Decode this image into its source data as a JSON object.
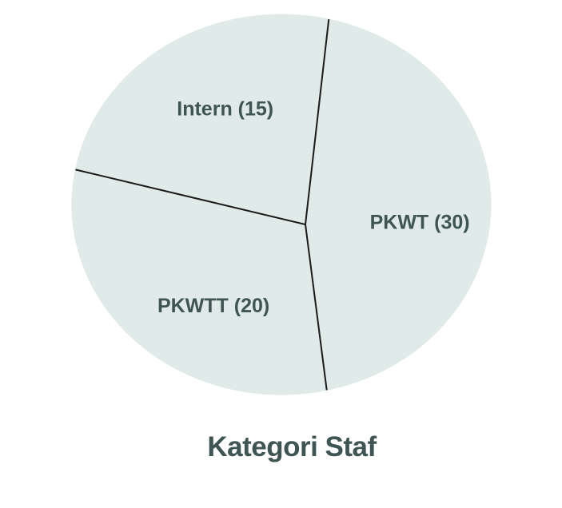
{
  "chart_data": {
    "type": "pie",
    "title": "Kategori Staf",
    "slices": [
      {
        "label": "PKWT (30)",
        "category": "PKWT",
        "value": 30
      },
      {
        "label": "PKWTT (20)",
        "category": "PKWTT",
        "value": 20
      },
      {
        "label": "Intern (15)",
        "category": "Intern",
        "value": 15
      }
    ],
    "legend": "none",
    "colors": {
      "slice_fill": "#e0eae8",
      "divider": "#1a1a1a",
      "text": "#3f5553"
    }
  }
}
